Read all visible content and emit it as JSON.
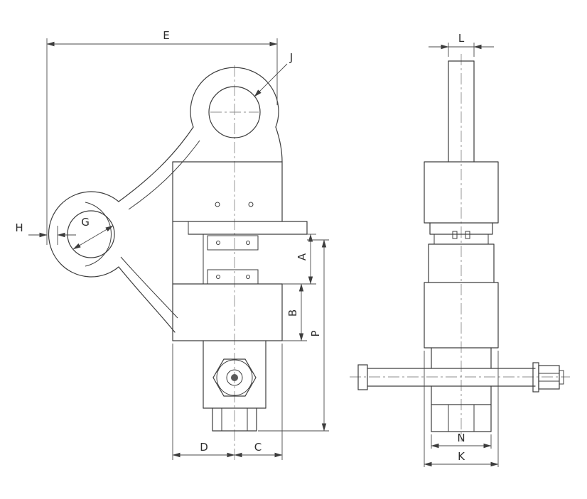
{
  "labels": {
    "e": "E",
    "j": "J",
    "h": "H",
    "g": "G",
    "a": "A",
    "b": "B",
    "p": "P",
    "d": "D",
    "c": "C",
    "l": "L",
    "n": "N",
    "k": "K"
  },
  "colors": {
    "background": "#ffffff",
    "line": "#3d3d3d",
    "dimension": "#4a4a4a",
    "centerline": "#8c8c8c"
  }
}
